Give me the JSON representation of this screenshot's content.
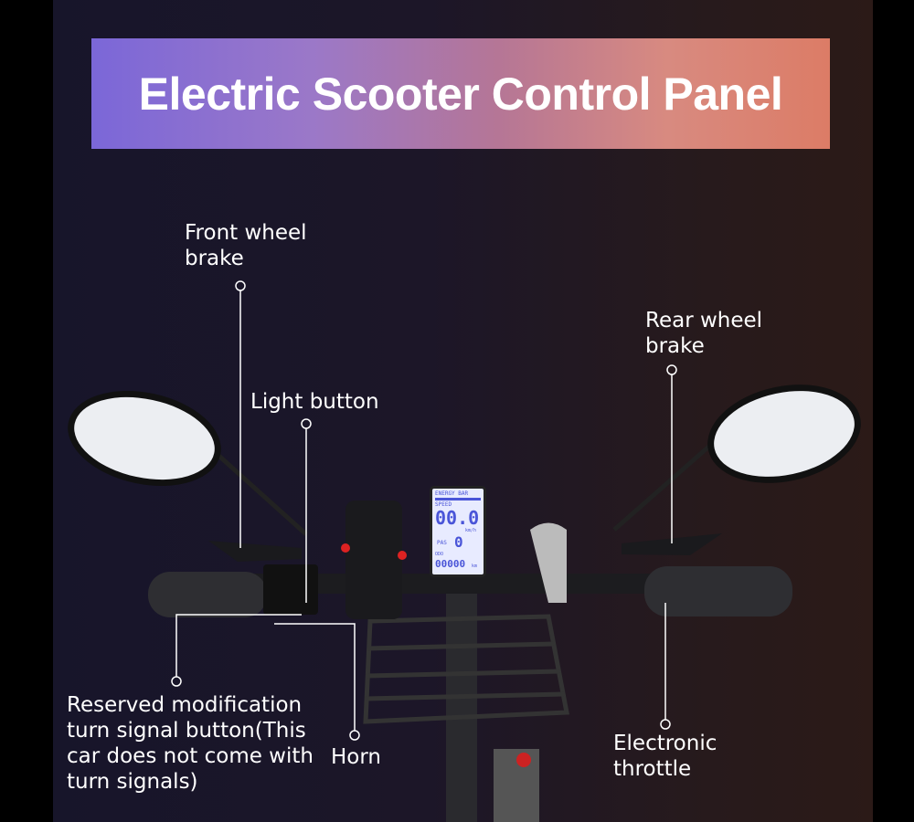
{
  "title": "Electric Scooter Control Panel",
  "labels": {
    "front_brake": "Front wheel brake",
    "light_button": "Light button",
    "rear_brake": "Rear wheel brake",
    "reserved": "Reserved modification turn signal button(This car does not come with turn signals)",
    "horn": "Horn",
    "throttle": "Electronic throttle"
  },
  "display": {
    "energy": "ENERGY  BAR",
    "speed_label": "SPEED",
    "speed": "00.0",
    "speed_unit": "km/h",
    "pas_label": "PAS",
    "pas": "0",
    "odo_label": "ODO",
    "odo": "00000",
    "odo_unit": "km"
  },
  "colors": {
    "banner_start": "#7b67d8",
    "banner_end": "#dc7c66"
  }
}
